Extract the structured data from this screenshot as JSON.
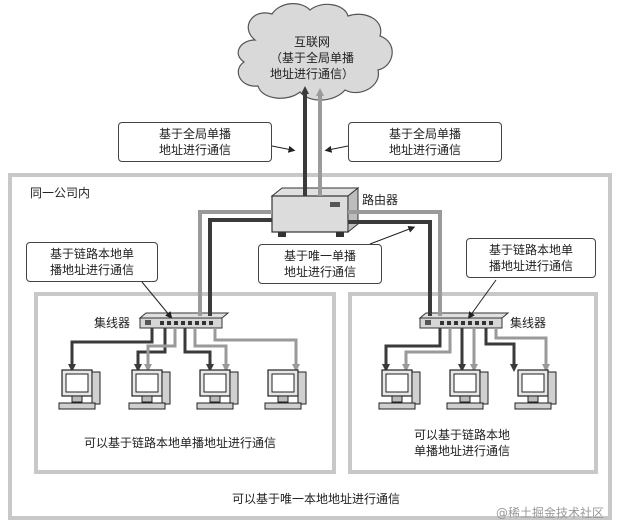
{
  "internet": {
    "title": "互联网",
    "line1": "（基于全局单播",
    "line2": "地址进行通信）"
  },
  "callouts": {
    "global_left": [
      "基于全局单播",
      "地址进行通信"
    ],
    "global_right": [
      "基于全局单播",
      "地址进行通信"
    ],
    "link_local_left": [
      "基于链路本地单",
      "播地址进行通信"
    ],
    "unique_local": [
      "基于唯一单播",
      "地址进行通信"
    ],
    "link_local_right": [
      "基于链路本地单",
      "播地址进行通信"
    ]
  },
  "labels": {
    "company": "同一公司内",
    "router": "路由器",
    "hub_left": "集线器",
    "hub_right": "集线器",
    "lan_left_caption": "可以基于链路本地单播地址进行通信",
    "lan_right_caption_1": "可以基于链路本地",
    "lan_right_caption_2": "单播地址进行通信",
    "company_caption": "可以基于唯一本地地址进行通信",
    "watermark": "@稀土掘金技术社区"
  },
  "colors": {
    "gray_path": "#9a9a9a",
    "dark_path": "#3a3a3a",
    "box_border": "#c8c8c8",
    "cloud_fill": "#d9d9d9"
  }
}
